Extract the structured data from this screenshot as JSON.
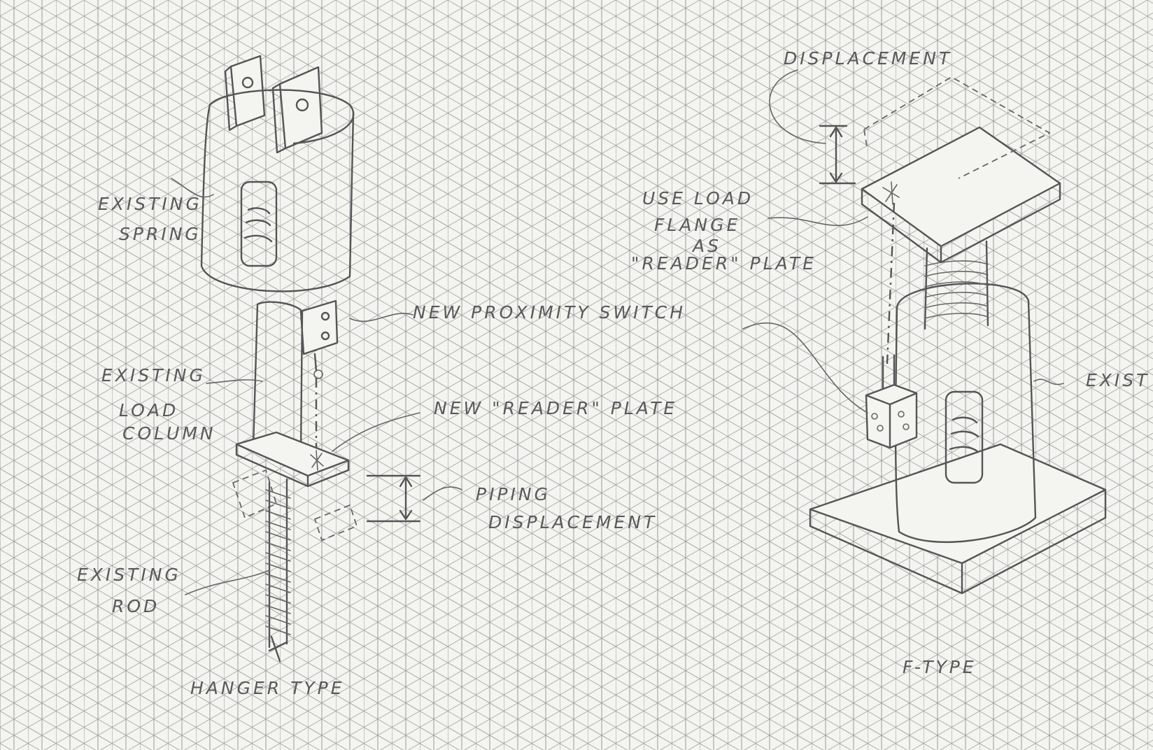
{
  "hanger": {
    "existing_spring": [
      "EXISTING",
      "SPRING"
    ],
    "new_proximity_switch": "NEW  PROXIMITY  SWITCH",
    "existing_load_column": [
      "EXISTING",
      "LOAD",
      "COLUMN"
    ],
    "new_reader_plate": "NEW  \"READER\"  PLATE",
    "piping_displacement": [
      "PIPING",
      "DISPLACEMENT"
    ],
    "existing_rod": [
      "EXISTING",
      "ROD"
    ],
    "type_title": "HANGER  TYPE"
  },
  "ftype": {
    "displacement": "DISPLACEMENT",
    "use_load_flange": [
      "USE  LOAD",
      "FLANGE",
      "AS",
      "\"READER\"  PLATE"
    ],
    "existing_cut": "EXIST",
    "type_title": "F-TYPE"
  }
}
